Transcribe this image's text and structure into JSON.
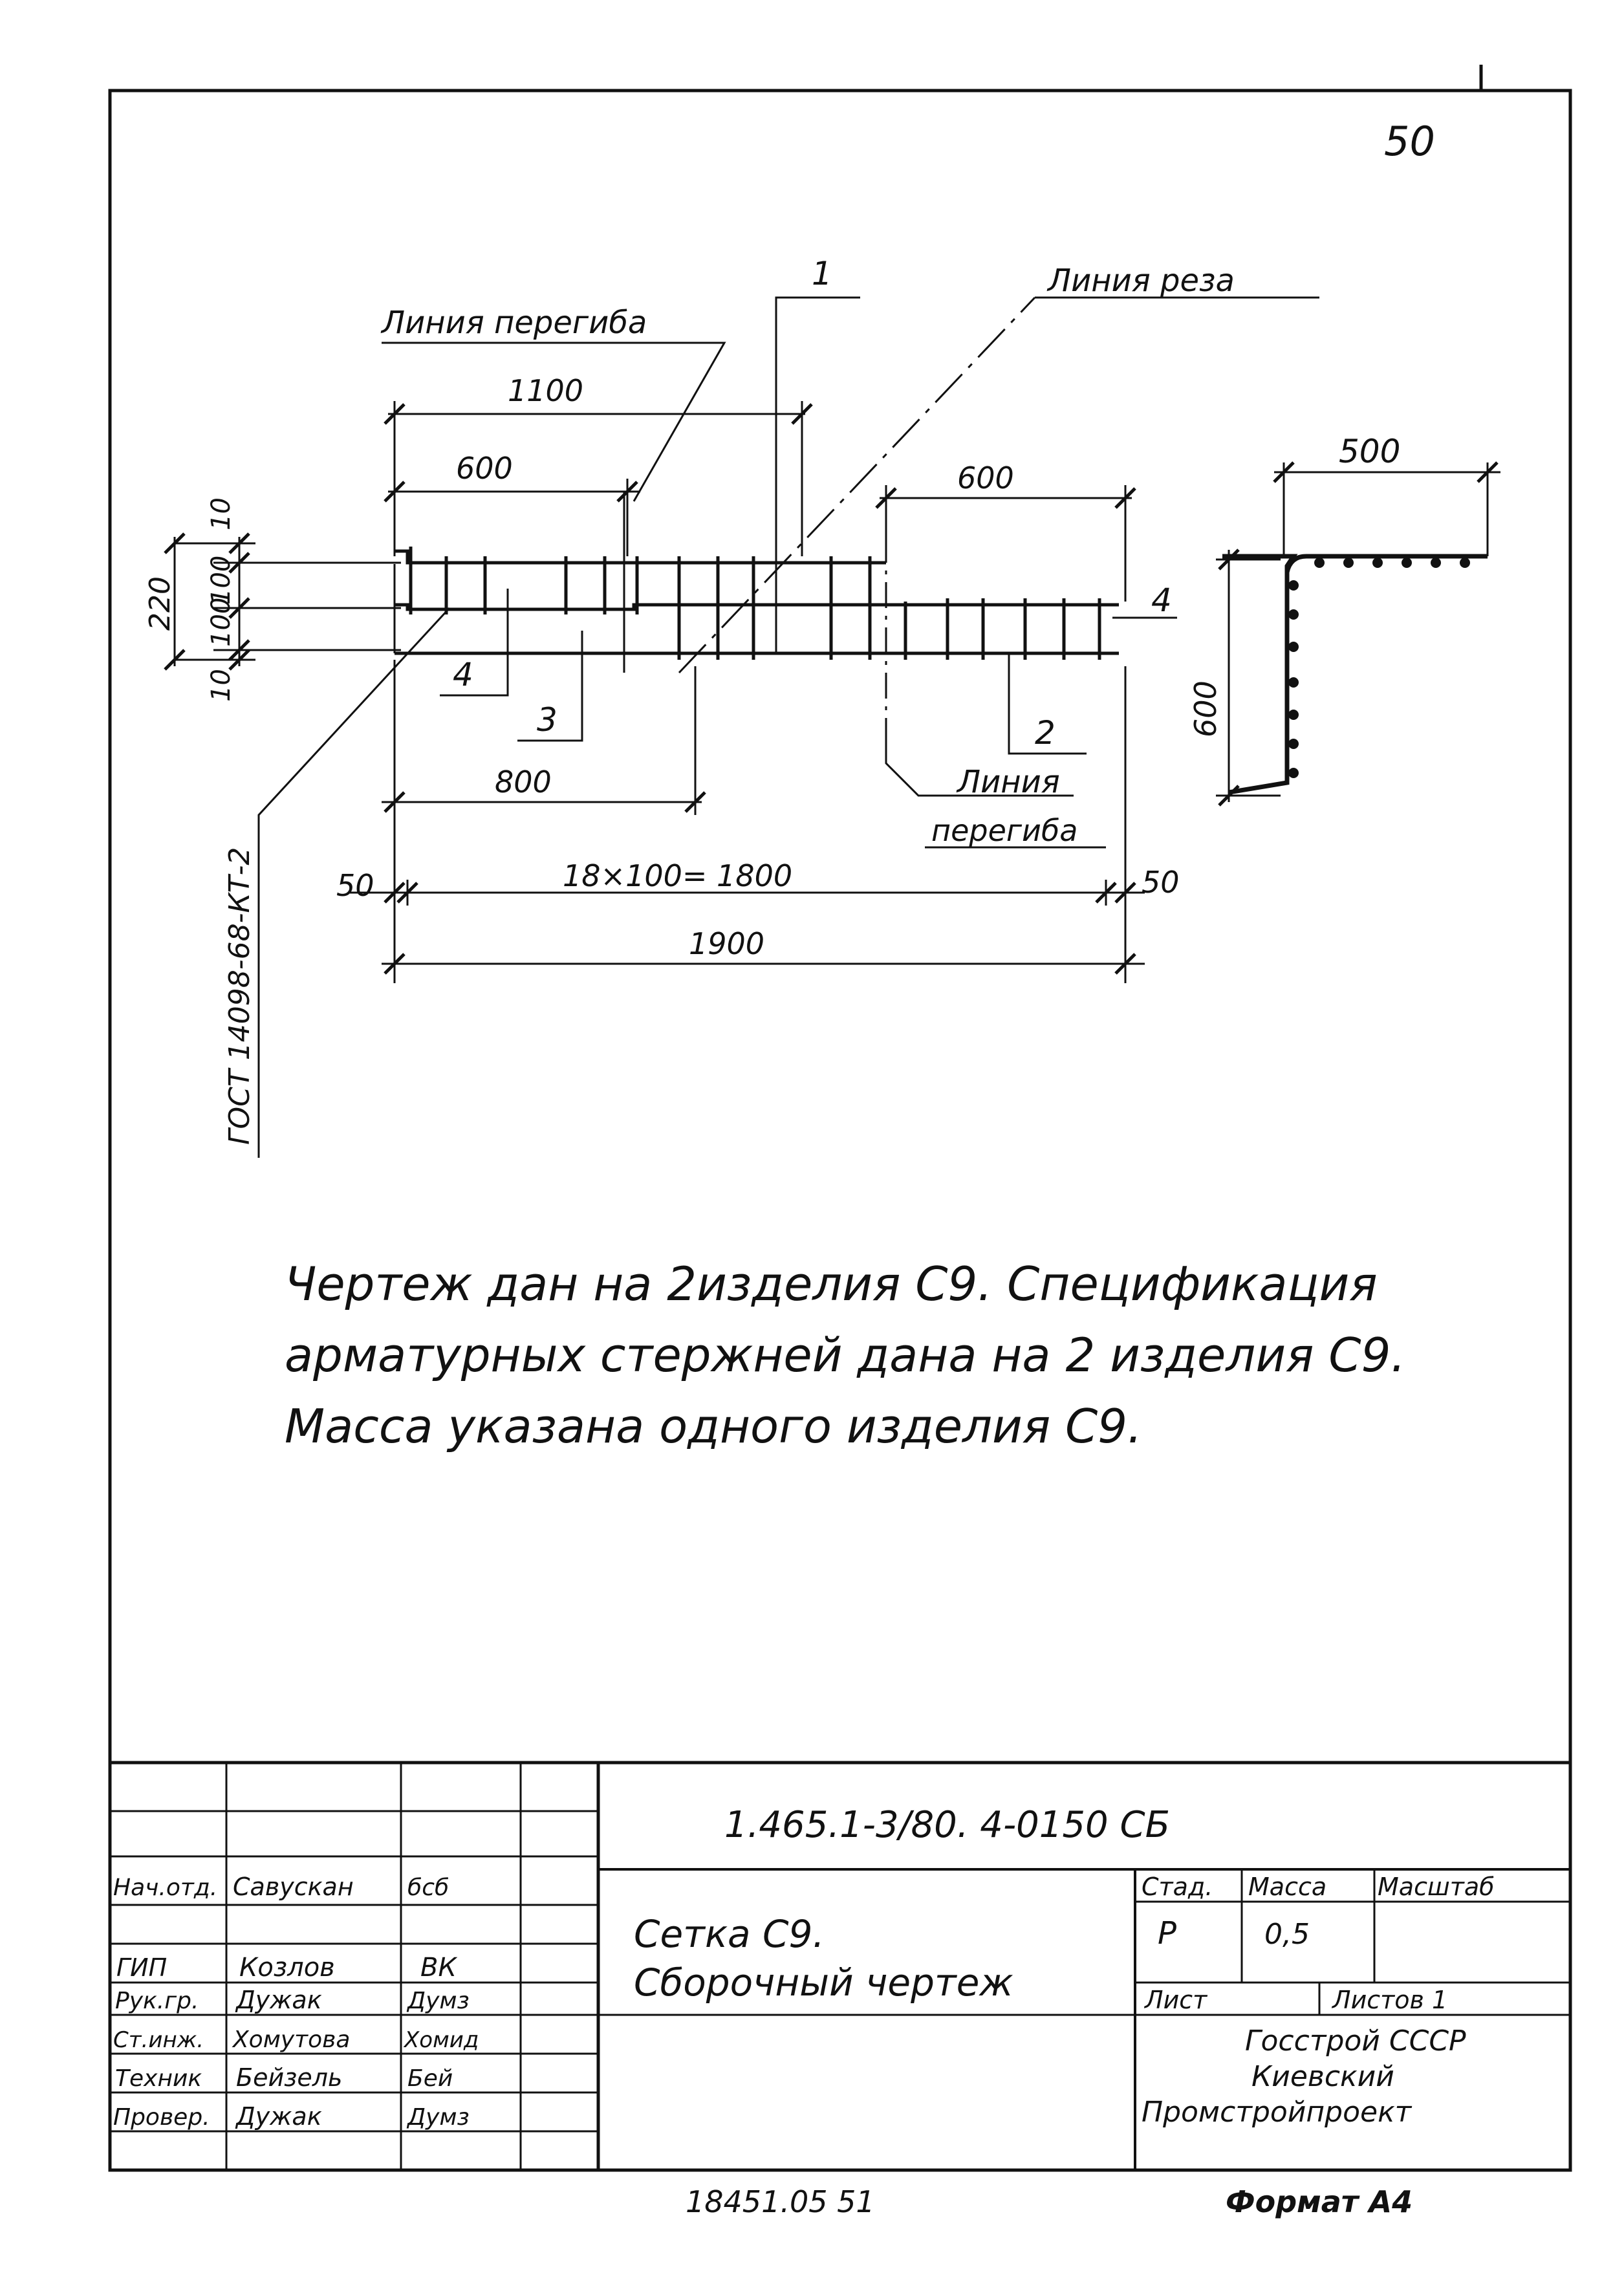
{
  "page_number": "50",
  "colors": {
    "ink": "#111111",
    "paper": "#ffffff"
  },
  "drawing": {
    "labels": {
      "bend_line_top": "Линия перегиба",
      "bend_line_right_1": "Линия",
      "bend_line_right_2": "перегиба",
      "cut_line": "Линия реза",
      "gost": "ГОСТ 14098-68-КТ-2"
    },
    "positions": {
      "p1": "1",
      "p2": "2",
      "p3": "3",
      "p4a": "4",
      "p4b": "4"
    },
    "dimensions": {
      "d1100": "1100",
      "d600_left": "600",
      "d600_right": "600",
      "d500": "500",
      "d600_vert": "600",
      "d800": "800",
      "d50_left": "50",
      "d50_right": "50",
      "d18x100": "18×100= 1800",
      "d1900": "1900",
      "d10_top": "10",
      "d100_top": "100",
      "d220": "220",
      "d100_bot": "100",
      "d10_bot": "10"
    }
  },
  "notes": [
    "Чертеж дан на 2изделия С9. Спецификация",
    "арматурных стержней дана на 2 изделия С9.",
    "Масса указана одного изделия С9."
  ],
  "title_block": {
    "doc_code": "1.465.1-3/80. 4-0150 СБ",
    "title_line1": "Сетка С9.",
    "title_line2": "Сборочный чертеж",
    "stage_header": "Стад.",
    "mass_header": "Масса",
    "scale_header": "Масштаб",
    "stage": "Р",
    "mass": "0,5",
    "sheet_label": "Лист",
    "sheets_label": "Листов 1",
    "org_line1": "Госстрой СССР",
    "org_line2": "Киевский",
    "org_line3": "Промстройпроект",
    "staff": [
      {
        "role": "Нач.отд.",
        "name": "Савускан",
        "sign": "бсб"
      },
      {
        "role": "ГИП",
        "name": "Козлов",
        "sign": "ВК"
      },
      {
        "role": "Рук.гр.",
        "name": "Дужак",
        "sign": "Думз"
      },
      {
        "role": "Ст.инж.",
        "name": "Хомутова",
        "sign": "Хомид"
      },
      {
        "role": "Техник",
        "name": "Бейзель",
        "sign": "Бей"
      },
      {
        "role": "Провер.",
        "name": "Дужак",
        "sign": "Думз"
      }
    ]
  },
  "footer": {
    "copy_number": "18451.05 51",
    "format": "Формат А4"
  }
}
